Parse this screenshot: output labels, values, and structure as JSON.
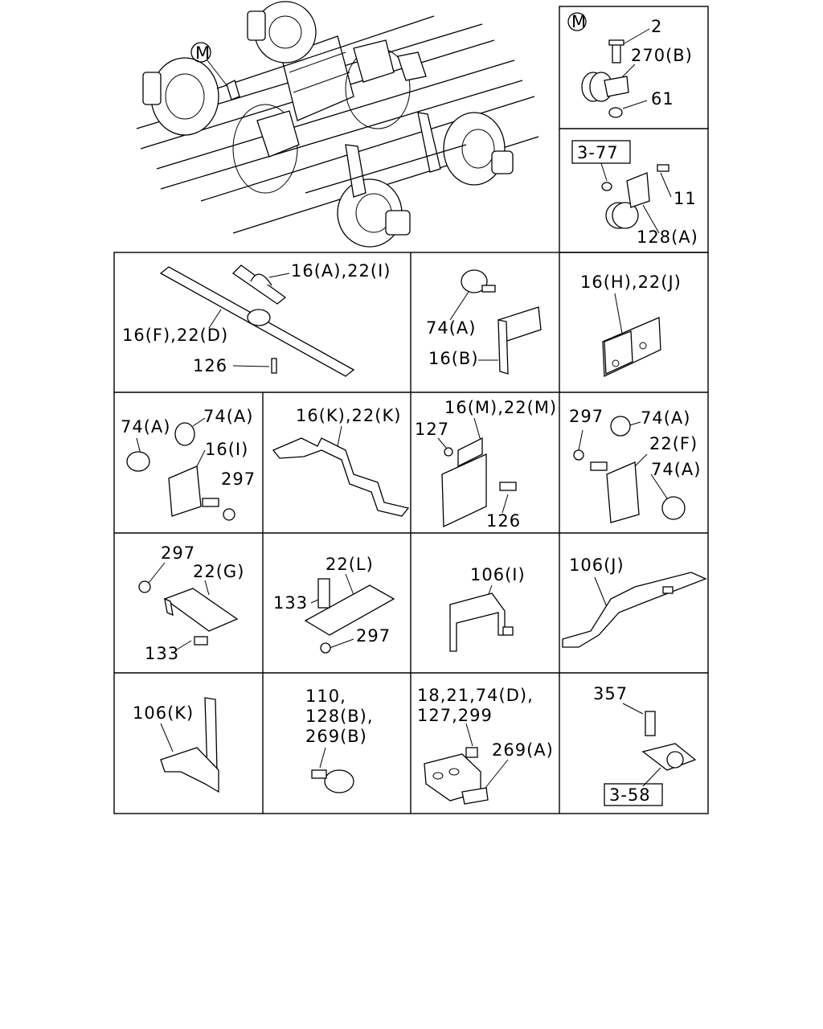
{
  "diagram": {
    "overview": {
      "marker": "M"
    },
    "cells": {
      "m_detail": {
        "marker": "M",
        "labels": [
          "2",
          "270(B)",
          "61"
        ]
      },
      "ref_3_77": {
        "ref_box": "3-77",
        "labels": [
          "11",
          "128(A)"
        ]
      },
      "bracket_16a": {
        "labels": [
          "16(A),22(I)",
          "16(F),22(D)",
          "126"
        ]
      },
      "bracket_16b": {
        "labels": [
          "74(A)",
          "16(B)"
        ]
      },
      "bracket_16h": {
        "labels": [
          "16(H),22(J)"
        ]
      },
      "bracket_16i": {
        "labels": [
          "74(A)",
          "74(A)",
          "16(I)",
          "297"
        ]
      },
      "bracket_16k": {
        "labels": [
          "16(K),22(K)"
        ]
      },
      "bracket_16m": {
        "labels": [
          "16(M),22(M)",
          "127",
          "126"
        ]
      },
      "bracket_22f": {
        "labels": [
          "297",
          "74(A)",
          "22(F)",
          "74(A)"
        ]
      },
      "bracket_22g": {
        "labels": [
          "297",
          "22(G)",
          "133"
        ]
      },
      "bracket_22l": {
        "labels": [
          "22(L)",
          "133",
          "297"
        ]
      },
      "bracket_106i": {
        "labels": [
          "106(I)"
        ]
      },
      "bracket_106j": {
        "labels": [
          "106(J)"
        ]
      },
      "bracket_106k": {
        "labels": [
          "106(K)"
        ]
      },
      "clamp_110": {
        "labels": [
          "110,",
          "128(B),",
          "269(B)"
        ]
      },
      "mount_18": {
        "labels": [
          "18,21,74(D),",
          "127,299",
          "269(A)"
        ]
      },
      "ref_3_58": {
        "ref_box": "3-58",
        "labels": [
          "357"
        ]
      }
    }
  }
}
